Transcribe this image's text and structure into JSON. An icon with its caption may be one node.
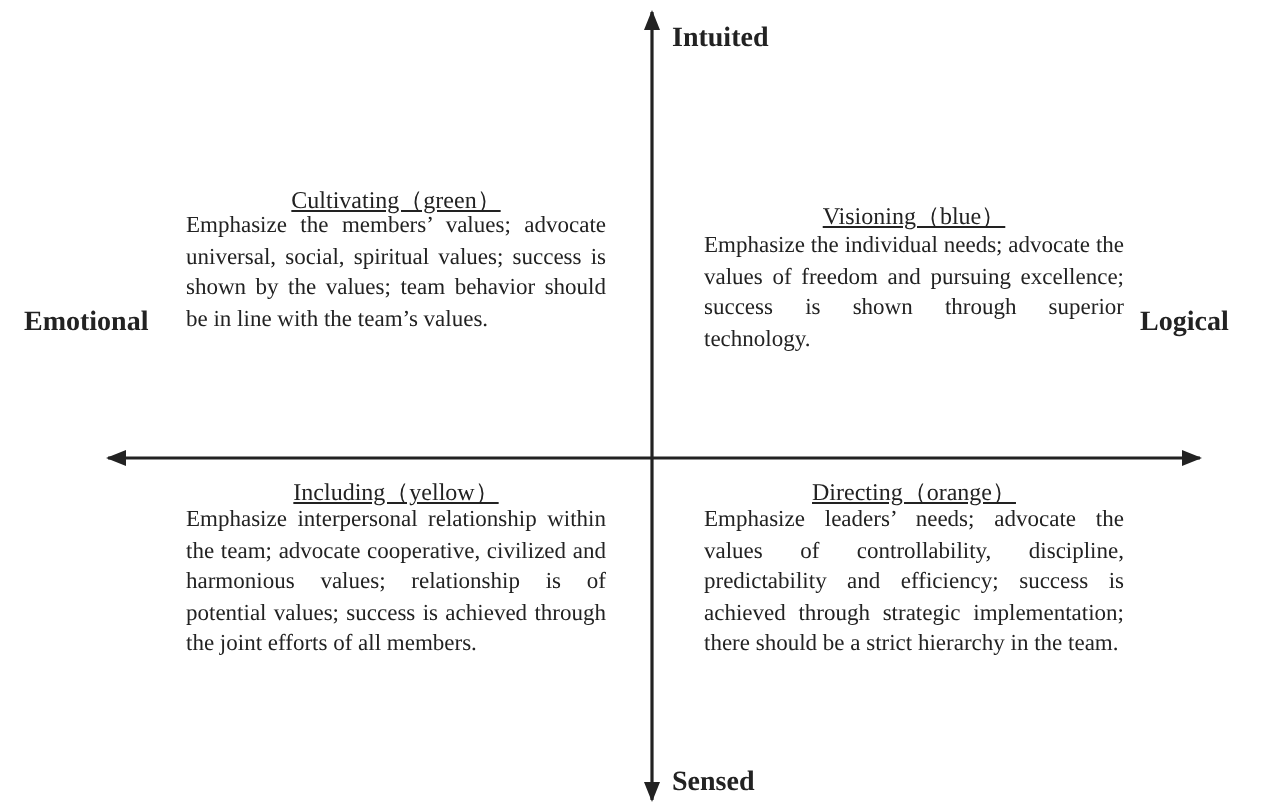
{
  "diagram": {
    "labels": [
      "Intuited",
      "Cultivating（green）",
      "Emphasize the members’ values; advocate universal, social, spiritual values; success is shown by the values; team behavior should be in line with the team’s values.",
      "Visioning（blue）",
      "Emphasize the individual needs; advocate the values of freedom and pursuing excellence; success is shown through superior technology.",
      "Emotional",
      "Logical",
      "Including（yellow）",
      "Emphasize interpersonal relationship within the team; advocate cooperative, civilized and harmonious values; relationship is of potential values; success is achieved through the joint efforts of all members.",
      "Directing（orange）",
      "Emphasize leaders’ needs; advocate the values of controllability, discipline, predictability and efficiency; success is achieved through strategic implementation; there should be a strict hierarchy in the team.",
      "Sensed"
    ]
  }
}
